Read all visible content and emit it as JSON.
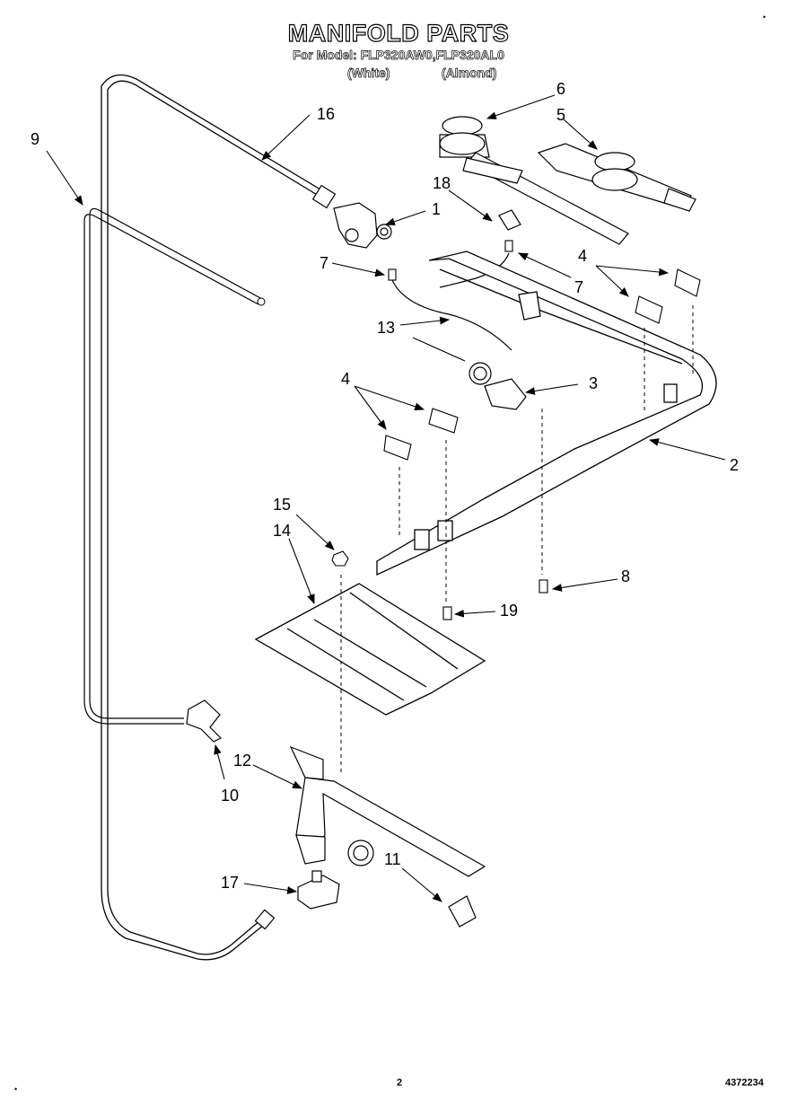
{
  "title": "MANIFOLD PARTS",
  "model_line": "For Model: FLP320AW0,FLP320AL0",
  "variants": [
    "(White)",
    "(Almond)"
  ],
  "callouts": [
    "1",
    "2",
    "3",
    "4",
    "4",
    "5",
    "6",
    "7",
    "7",
    "8",
    "9",
    "10",
    "11",
    "12",
    "13",
    "14",
    "15",
    "16",
    "17",
    "18",
    "19"
  ],
  "footer": {
    "page": "2",
    "doc_number": "4372234"
  }
}
